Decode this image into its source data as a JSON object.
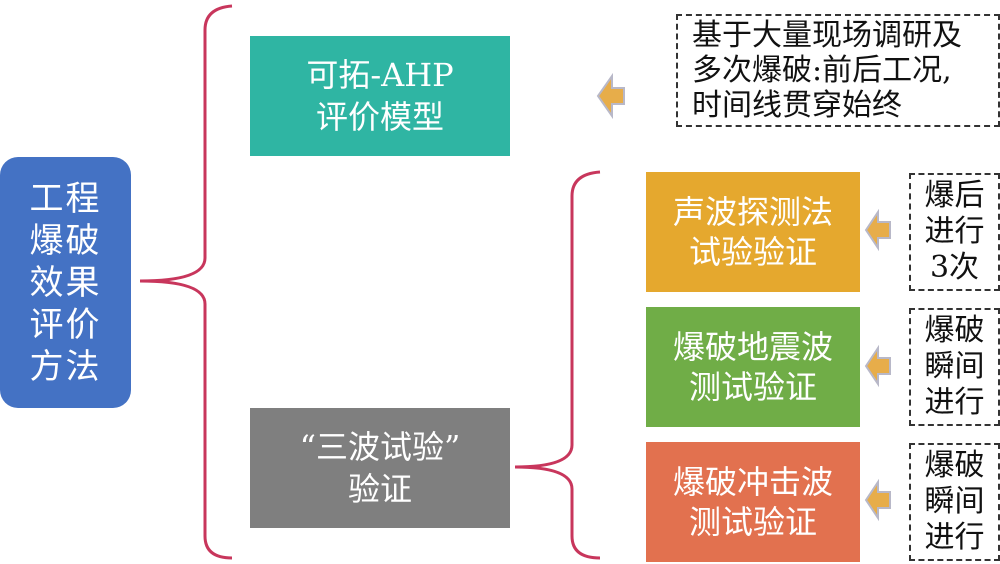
{
  "root": {
    "label": "工程\n爆破\n效果\n评价\n方法",
    "color": "#4472c4"
  },
  "ahp": {
    "label": "可拓-AHP\n评价模型",
    "color": "#2fb5a3"
  },
  "three_wave": {
    "label": "“三波试验”\n验证",
    "color": "#7f7f7f"
  },
  "notes": {
    "main": "基于大量现场调研及\n多次爆破:前后工况,\n时间线贯穿始终"
  },
  "methods": [
    {
      "label": "声波探测法\n试验验证",
      "color": "#e5a82e",
      "note": "爆后\n进行\n3次"
    },
    {
      "label": "爆破地震波\n测试验证",
      "color": "#70ad47",
      "note": "爆破\n瞬间\n进行"
    },
    {
      "label": "爆破冲击波\n测试验证",
      "color": "#e2714f",
      "note": "爆破\n瞬间\n进行"
    }
  ],
  "colors": {
    "bracket": "#c8365c",
    "arrow": "#e7ad4a",
    "arrow_stroke": "#b8b8c8"
  }
}
